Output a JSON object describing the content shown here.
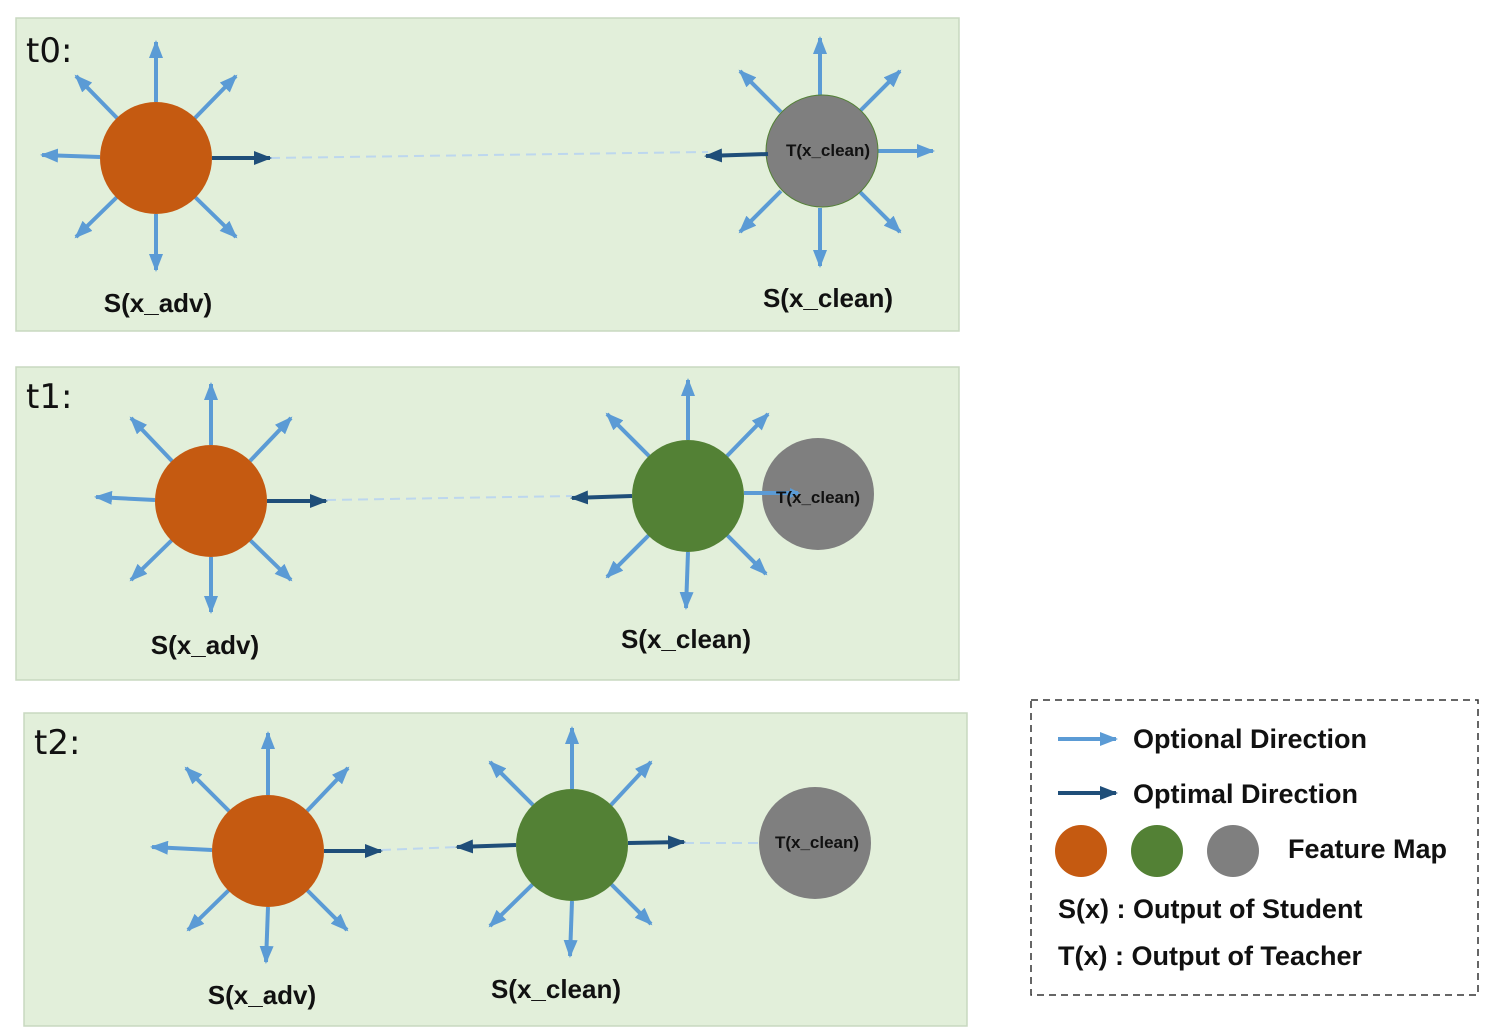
{
  "colors": {
    "panel_fill": "#e2efda",
    "panel_stroke": "#c8d8c0",
    "adv_node": "#c55a11",
    "clean_node": "#538135",
    "teacher_node": "#7f7f7f",
    "optional_arrow": "#5b9bd5",
    "optimal_arrow": "#1f4e79",
    "dashed_link": "#bdd7ee"
  },
  "panels": [
    {
      "step": "t0:",
      "adv_label": "S(x_adv)",
      "clean_label": "S(x_clean)",
      "teacher_label": "T(x_clean)"
    },
    {
      "step": "t1:",
      "adv_label": "S(x_adv)",
      "clean_label": "S(x_clean)",
      "teacher_label": "T(x_clean)"
    },
    {
      "step": "t2:",
      "adv_label": "S(x_adv)",
      "clean_label": "S(x_clean)",
      "teacher_label": "T(x_clean)"
    }
  ],
  "legend": {
    "optional_direction": "Optional Direction",
    "optimal_direction": "Optimal Direction",
    "feature_map": "Feature Map",
    "student_def": "S(x) : Output of Student",
    "teacher_def": "T(x) : Output of Teacher"
  }
}
